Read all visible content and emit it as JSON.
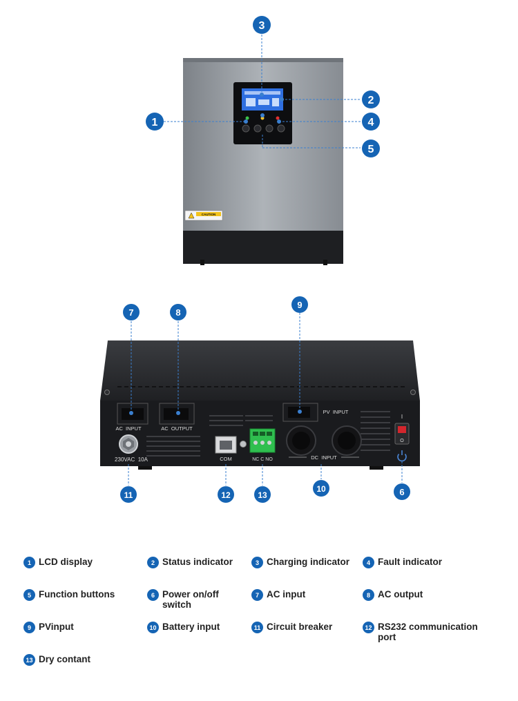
{
  "colors": {
    "callout": "#1564b4",
    "callout_line": "#3a7fcf",
    "panel_silver": "#9aa0a6",
    "base_black": "#1e1f22",
    "lcd_blue": "#2f6fe0"
  },
  "front_view": {
    "caution_label": "CAUTION",
    "callouts": [
      "1",
      "2",
      "3",
      "4",
      "5"
    ]
  },
  "rear_view": {
    "ac_input_label": "AC  INPUT",
    "ac_output_label": "AC  OUTPUT",
    "breaker_rating": "230VAC  10A",
    "com_label": "COM",
    "dry_contact_label": "NC C NO",
    "pv_input_label": "PV  INPUT",
    "dc_input_label": "DC  INPUT",
    "switch_on": "I",
    "switch_off": "O",
    "callouts": [
      "6",
      "7",
      "8",
      "9",
      "10",
      "11",
      "12",
      "13"
    ]
  },
  "legend": [
    {
      "num": "1",
      "label": "LCD display"
    },
    {
      "num": "2",
      "label": "Status indicator"
    },
    {
      "num": "3",
      "label": "Charging indicator"
    },
    {
      "num": "4",
      "label": "Fault indicator"
    },
    {
      "num": "5",
      "label": "Function buttons"
    },
    {
      "num": "6",
      "label": "Power on/off switch"
    },
    {
      "num": "7",
      "label": "AC input"
    },
    {
      "num": "8",
      "label": "AC output"
    },
    {
      "num": "9",
      "label": "PVinput"
    },
    {
      "num": "10",
      "label": "Battery input"
    },
    {
      "num": "11",
      "label": "Circuit breaker"
    },
    {
      "num": "12",
      "label": "RS232 communication port"
    },
    {
      "num": "13",
      "label": "Dry contant"
    }
  ]
}
